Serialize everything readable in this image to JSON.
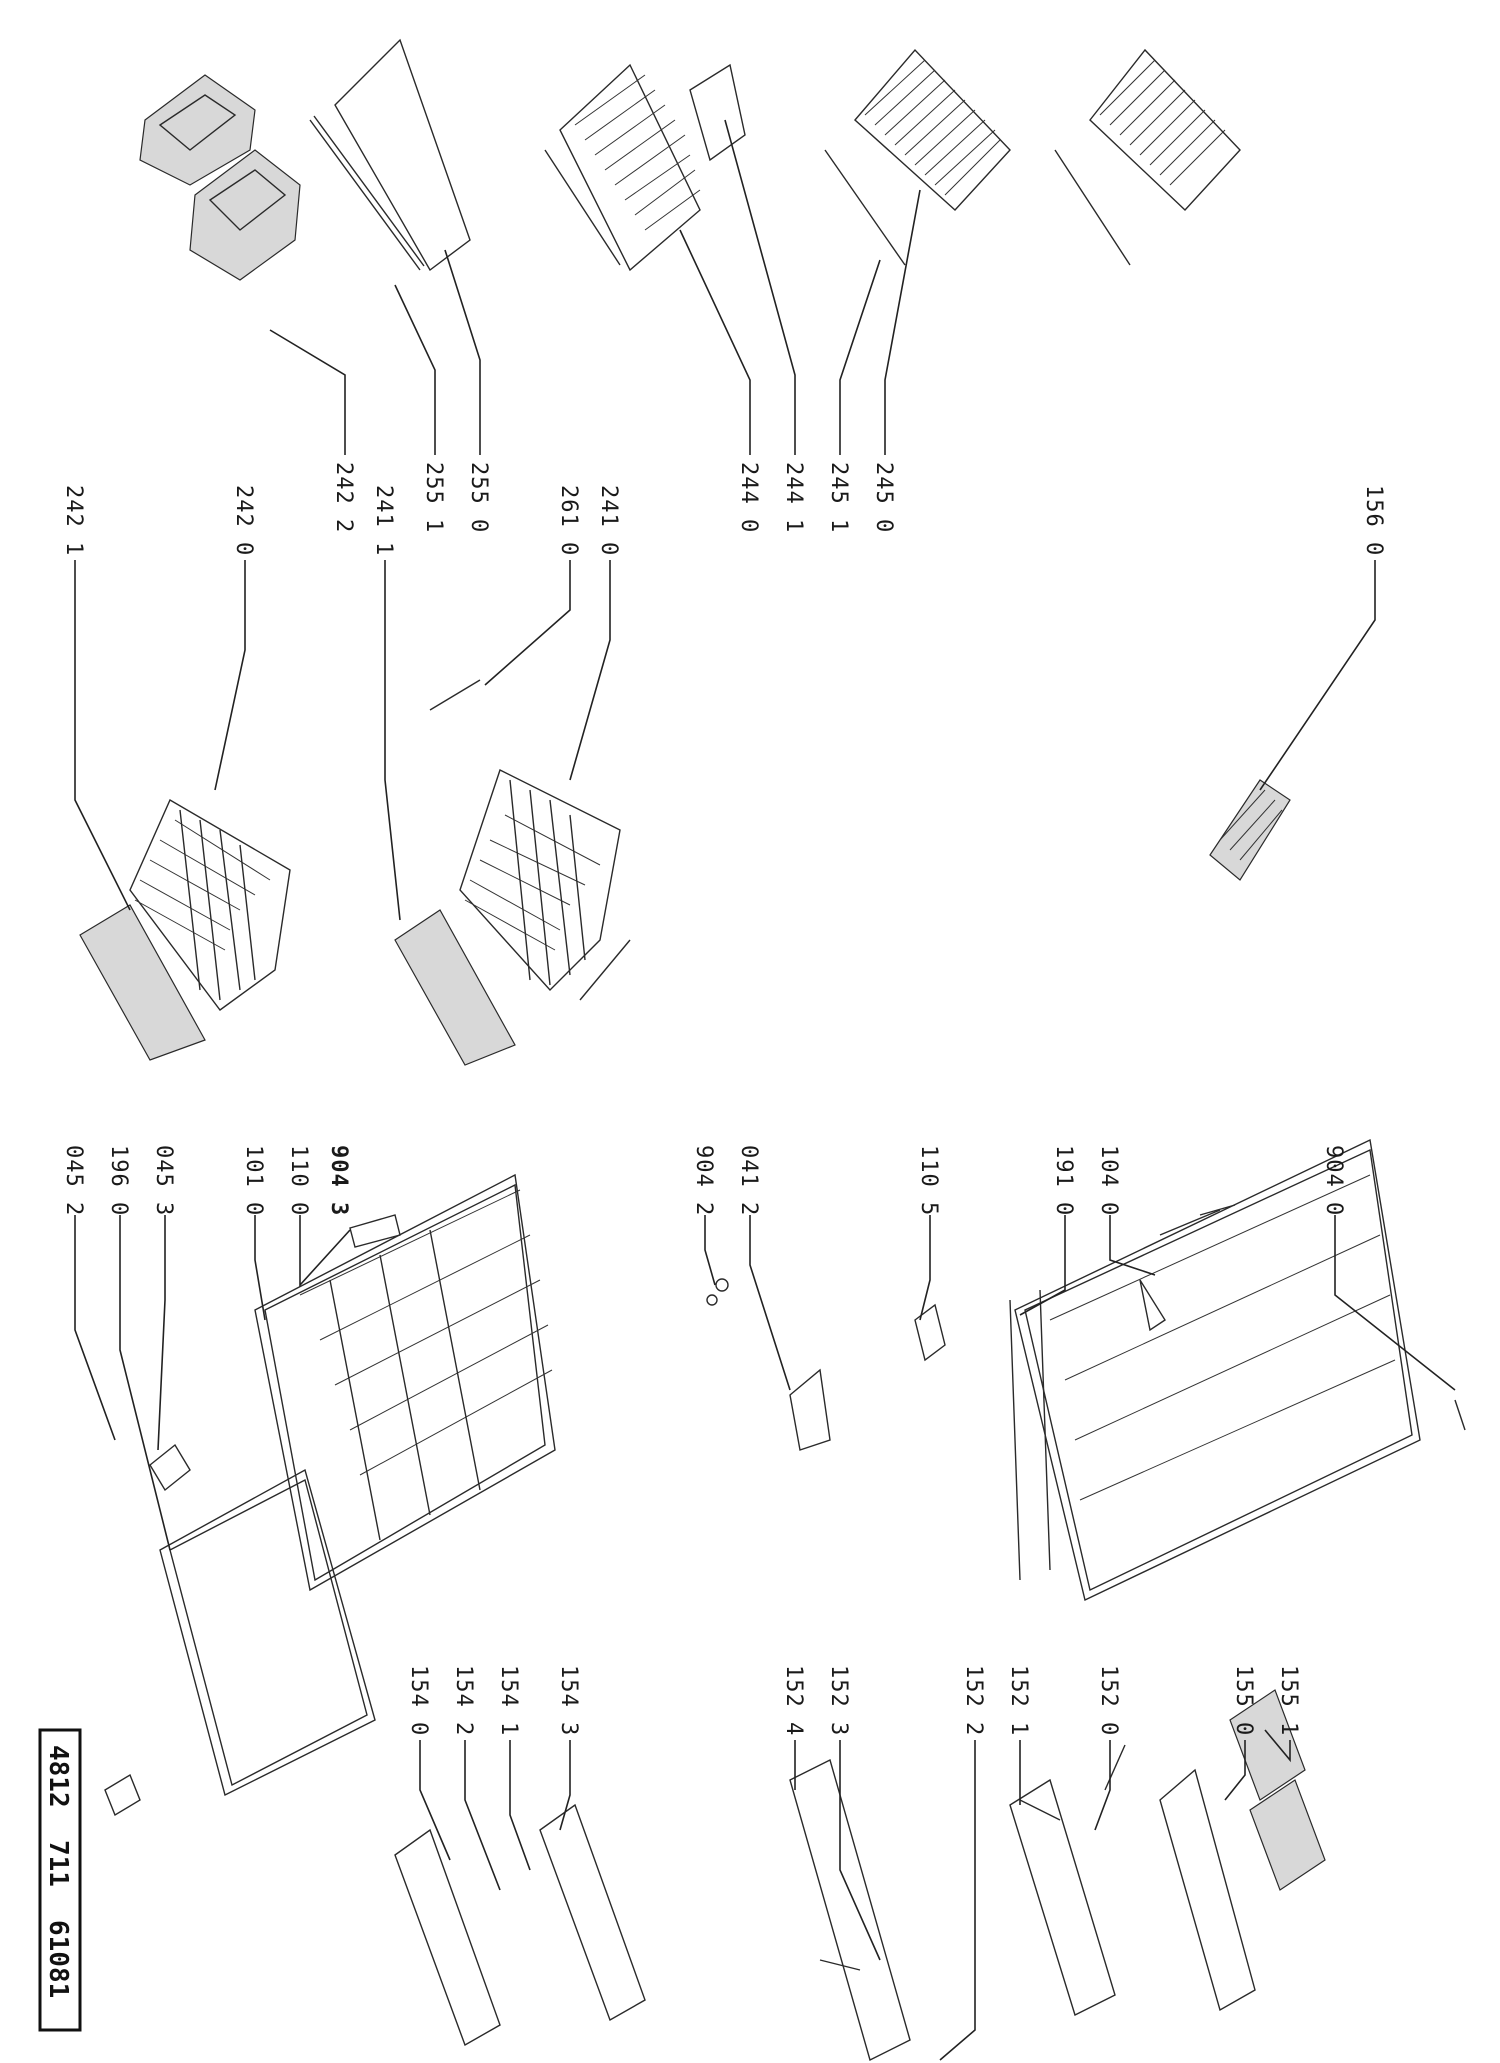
{
  "doc_code": [
    "4812",
    "711",
    "61081"
  ],
  "parts": [
    {
      "key": "p2421",
      "text": "242 1"
    },
    {
      "key": "p2420",
      "text": "242 0"
    },
    {
      "key": "p2422",
      "text": "242 2"
    },
    {
      "key": "p2411",
      "text": "241 1"
    },
    {
      "key": "p2551",
      "text": "255 1"
    },
    {
      "key": "p2550",
      "text": "255 0"
    },
    {
      "key": "p2610",
      "text": "261 0"
    },
    {
      "key": "p2410",
      "text": "241 0"
    },
    {
      "key": "p2440",
      "text": "244 0"
    },
    {
      "key": "p2441",
      "text": "244 1"
    },
    {
      "key": "p2451",
      "text": "245 1"
    },
    {
      "key": "p2450",
      "text": "245 0"
    },
    {
      "key": "p1560",
      "text": "156 0"
    },
    {
      "key": "p0452a",
      "text": "045 2"
    },
    {
      "key": "p1960",
      "text": "196 0"
    },
    {
      "key": "p0453",
      "text": "045 3"
    },
    {
      "key": "p1010",
      "text": "101 0"
    },
    {
      "key": "p1100",
      "text": "110 0"
    },
    {
      "key": "p9043",
      "text": "904 3"
    },
    {
      "key": "p9042",
      "text": "904 2"
    },
    {
      "key": "p0412",
      "text": "041 2"
    },
    {
      "key": "p1105",
      "text": "110 5"
    },
    {
      "key": "p1910",
      "text": "191 0"
    },
    {
      "key": "p1040",
      "text": "104 0"
    },
    {
      "key": "p9040",
      "text": "904 0"
    },
    {
      "key": "p1540",
      "text": "154 0"
    },
    {
      "key": "p1542",
      "text": "154 2"
    },
    {
      "key": "p1541",
      "text": "154 1"
    },
    {
      "key": "p1543",
      "text": "154 3"
    },
    {
      "key": "p1524",
      "text": "152 4"
    },
    {
      "key": "p1523",
      "text": "152 3"
    },
    {
      "key": "p1522",
      "text": "152 2"
    },
    {
      "key": "p1521",
      "text": "152 1"
    },
    {
      "key": "p1520",
      "text": "152 0"
    },
    {
      "key": "p1550",
      "text": "155 0"
    },
    {
      "key": "p1551",
      "text": "155 1"
    }
  ]
}
